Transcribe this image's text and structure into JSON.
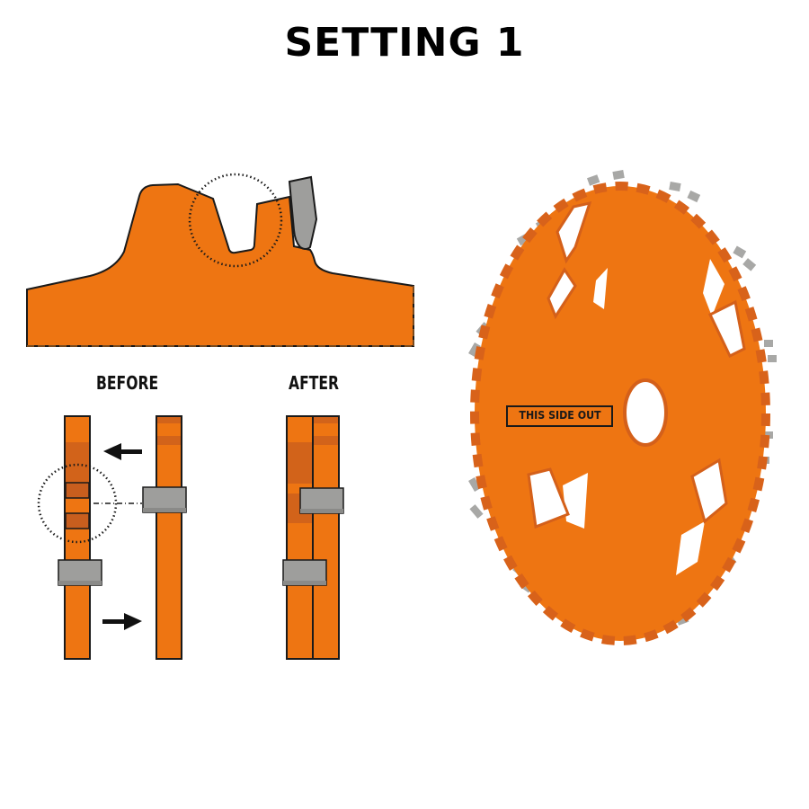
{
  "title": "SETTING 1",
  "tooth_profile": {
    "description": "Side profile of blade tooth with carbide tip and dotted highlight circle on gullet"
  },
  "before": {
    "label": "BEFORE",
    "arrows": [
      "left-arrow",
      "right-arrow"
    ]
  },
  "after": {
    "label": "AFTER"
  },
  "blade": {
    "badge": "THIS SIDE OUT"
  },
  "colors": {
    "orange": "#EE7512",
    "orange_dark": "#C85E1E",
    "carbide_gray": "#9E9E9C",
    "outline": "#1a1a1a"
  }
}
